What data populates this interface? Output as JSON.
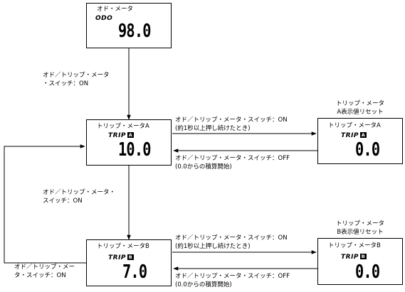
{
  "odo_box": {
    "title": "オド・メータ",
    "tag": "ODO",
    "value": "98.0"
  },
  "trip_a_box": {
    "title": "トリップ・メータA",
    "tag": "TRIP",
    "badge": "A",
    "value": "10.0"
  },
  "trip_b_box": {
    "title": "トリップ・メータB",
    "tag": "TRIP",
    "badge": "B",
    "value": "7.0"
  },
  "reset_a_box": {
    "caption_line1": "トリップ・メータ",
    "caption_line2": "A表示値リセット",
    "title": "トリップ・メータA",
    "tag": "TRIP",
    "badge": "A",
    "value": "0.0"
  },
  "reset_b_box": {
    "caption_line1": "トリップ・メータ",
    "caption_line2": "B表示値リセット",
    "title": "トリップ・メータB",
    "tag": "TRIP",
    "badge": "B",
    "value": "0.0"
  },
  "labels": {
    "odo_to_a_line1": "オド／トリップ・メータ",
    "odo_to_a_line2": "・スイッチ：ON",
    "a_to_b_line1": "オド／トリップ・メータ・",
    "a_to_b_line2": "スイッチ：ON",
    "b_to_a_line1": "オド／トリップ・メー",
    "b_to_a_line2": "タ・スイッチ：ON",
    "hold_on": "オド／トリップ・メータ・スイッチ：ON",
    "hold_note": "(約1秒以上押し続けたとき)",
    "release_off": "オド／トリップ・メータ・スイッチ：OFF",
    "restart_note": "(0.0からの積算開始)"
  }
}
